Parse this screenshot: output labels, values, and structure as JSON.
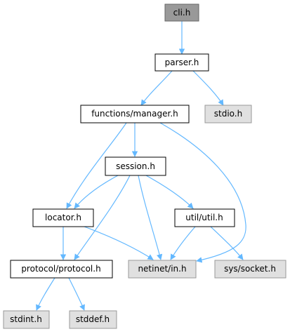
{
  "diagram": {
    "colors": {
      "edge": "#63b8ff",
      "node_border": "#000000",
      "node_fill": "#ffffff",
      "current_fill": "#999999",
      "system_fill": "#e0e0e0",
      "system_border": "#999999",
      "text": "#000000"
    },
    "nodes": {
      "cli": {
        "label": "cli.h",
        "kind": "current"
      },
      "parser": {
        "label": "parser.h",
        "kind": "local"
      },
      "manager": {
        "label": "functions/manager.h",
        "kind": "local"
      },
      "stdio": {
        "label": "stdio.h",
        "kind": "system"
      },
      "session": {
        "label": "session.h",
        "kind": "local"
      },
      "locator": {
        "label": "locator.h",
        "kind": "local"
      },
      "util": {
        "label": "util/util.h",
        "kind": "local"
      },
      "protocol": {
        "label": "protocol/protocol.h",
        "kind": "local"
      },
      "netinet": {
        "label": "netinet/in.h",
        "kind": "system"
      },
      "socket": {
        "label": "sys/socket.h",
        "kind": "system"
      },
      "stdint": {
        "label": "stdint.h",
        "kind": "system"
      },
      "stddef": {
        "label": "stddef.h",
        "kind": "system"
      }
    }
  }
}
